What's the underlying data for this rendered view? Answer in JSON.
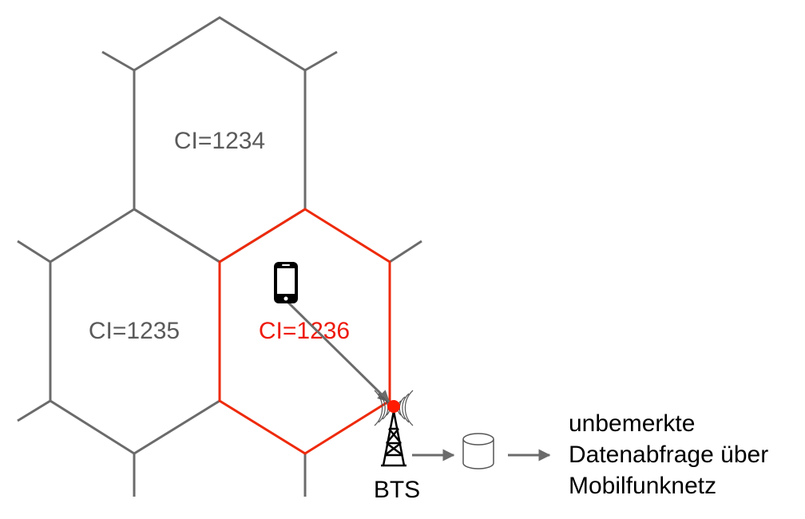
{
  "cells": [
    {
      "id": "CI=1234",
      "highlighted": false
    },
    {
      "id": "CI=1235",
      "highlighted": false
    },
    {
      "id": "CI=1236",
      "highlighted": true
    }
  ],
  "bts_label": "BTS",
  "result_lines": [
    "unbemerkte",
    "Datenabfrage über",
    "Mobilfunknetz"
  ],
  "colors": {
    "cell_stroke": "#6b6b6b",
    "cell_label": "#5a5a5a",
    "highlight": "#ee2a0b",
    "highlight_label": "#ee1a0b",
    "arrow": "#6b6b6b",
    "text": "#000000"
  },
  "icons": [
    "smartphone-icon",
    "cell-tower-icon",
    "database-icon"
  ]
}
